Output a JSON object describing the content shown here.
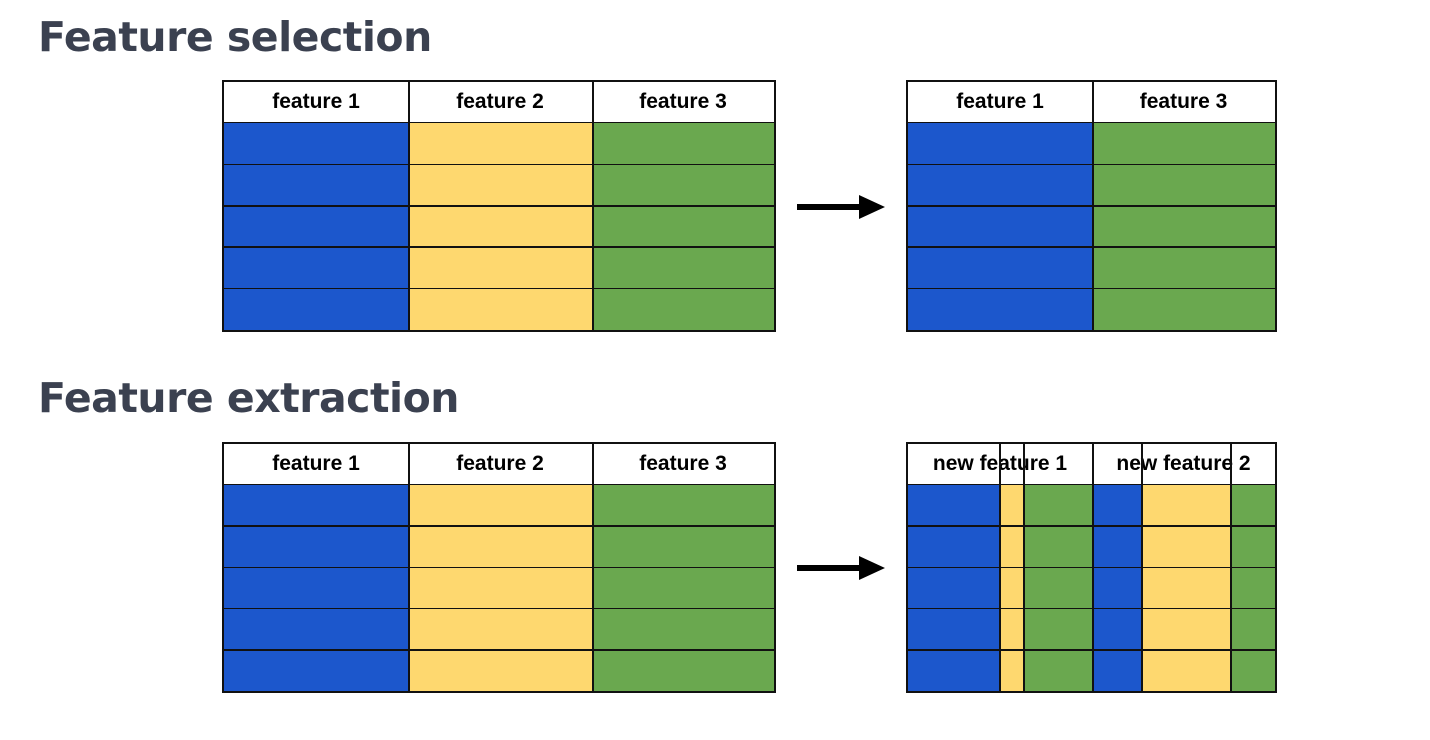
{
  "sections": [
    {
      "title": "Feature selection",
      "input_headers": [
        "feature 1",
        "feature 2",
        "feature 3"
      ],
      "output_headers": [
        "feature 1",
        "feature 3"
      ]
    },
    {
      "title": "Feature extraction",
      "input_headers": [
        "feature 1",
        "feature 2",
        "feature 3"
      ],
      "output_headers": [
        "new feature 1",
        "new feature 2"
      ]
    }
  ],
  "rows": 5,
  "colors": {
    "blue": "#1c57cc",
    "yellow": "#fed86f",
    "green": "#6aa84f",
    "title": "#3b4150",
    "border": "#111111"
  },
  "arrow_icon": "right-arrow-icon"
}
